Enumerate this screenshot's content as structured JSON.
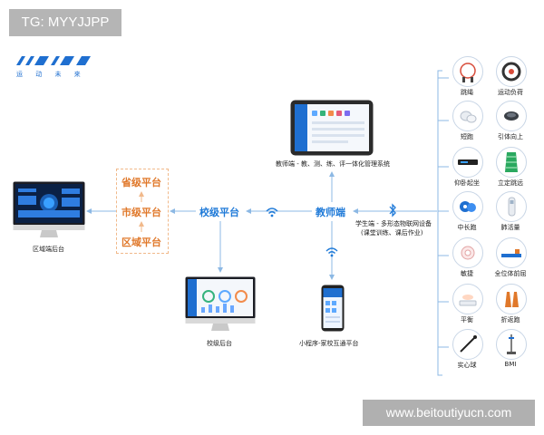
{
  "overlay": {
    "tag": "TG: MYYJJPP",
    "watermark": "www.beitoutiyucn.com"
  },
  "logo": {
    "sub": "运 动 未 来"
  },
  "nodes": {
    "teacher_system": "教师端 - 教、测、练、评一体化管理系统",
    "teacher": "教师端",
    "school": "校级平台",
    "province": "省级平台",
    "city": "市级平台",
    "region": "区域平台",
    "region_backend": "区域端后台",
    "school_backend": "校级后台",
    "mini_program": "小程序-家校互通平台",
    "student_line1": "学生端 - 多形态物联网设备",
    "student_line2": "(课堂训练、课后作业)"
  },
  "sensors": [
    {
      "label": "跳绳"
    },
    {
      "label": "运动负荷"
    },
    {
      "label": "短跑"
    },
    {
      "label": "引体向上"
    },
    {
      "label": "仰卧起坐"
    },
    {
      "label": "立定跳远"
    },
    {
      "label": "中长跑"
    },
    {
      "label": "肺活量"
    },
    {
      "label": "敏捷"
    },
    {
      "label": "全位体前屈"
    },
    {
      "label": "平衡"
    },
    {
      "label": "折返跑"
    },
    {
      "label": "实心球"
    },
    {
      "label": "BMI"
    }
  ],
  "colors": {
    "accent_blue": "#1f7ad8",
    "line_blue": "#8cb8e4",
    "orange": "#e0782a"
  }
}
